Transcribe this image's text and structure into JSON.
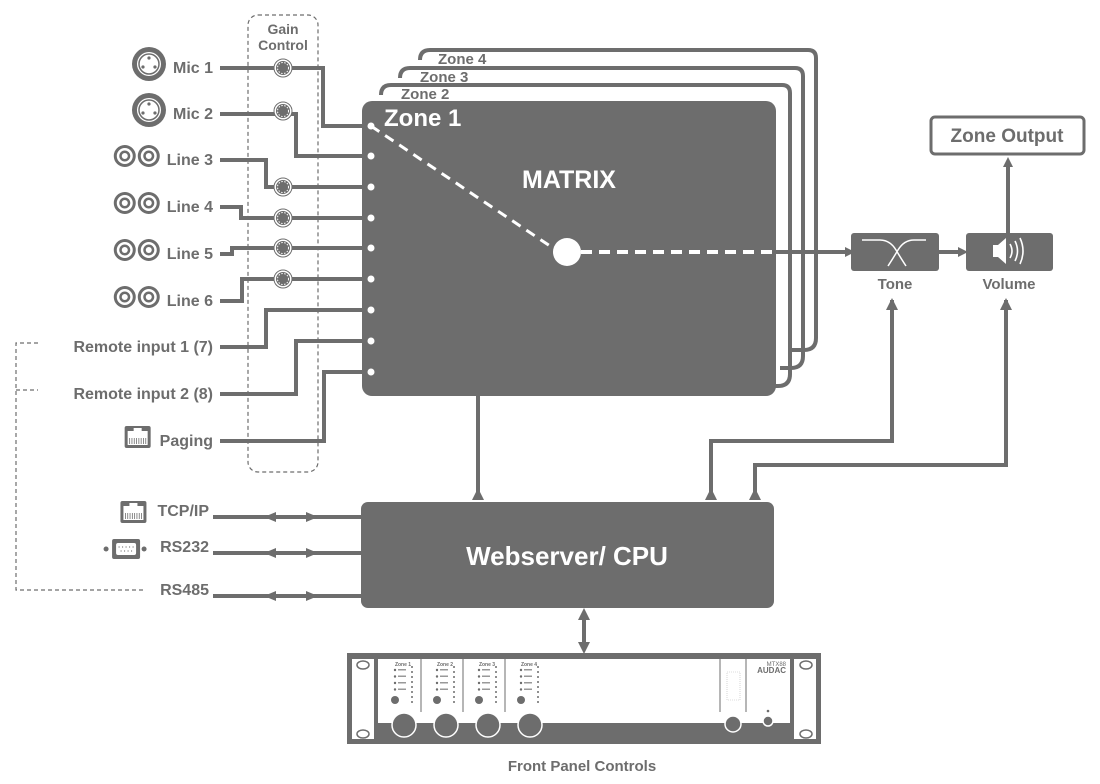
{
  "colors": {
    "primary": "#6d6d6d",
    "background": "#ffffff",
    "accent": "#ffffff"
  },
  "gain_control": {
    "label_line1": "Gain",
    "label_line2": "Control"
  },
  "inputs": [
    {
      "label": "Mic 1",
      "icon": "xlr-icon"
    },
    {
      "label": "Mic 2",
      "icon": "xlr-icon"
    },
    {
      "label": "Line 3",
      "icon": "rca-icon"
    },
    {
      "label": "Line 4",
      "icon": "rca-icon"
    },
    {
      "label": "Line 5",
      "icon": "rca-icon"
    },
    {
      "label": "Line 6",
      "icon": "rca-icon"
    },
    {
      "label": "Remote input 1 (7)",
      "icon": ""
    },
    {
      "label": "Remote input 2 (8)",
      "icon": ""
    },
    {
      "label": "Paging",
      "icon": "rj45-icon"
    }
  ],
  "zones": {
    "zone1": "Zone 1",
    "zone2": "Zone 2",
    "zone3": "Zone 3",
    "zone4": "Zone 4"
  },
  "matrix": {
    "label": "MATRIX"
  },
  "tone": {
    "label": "Tone"
  },
  "volume": {
    "label": "Volume"
  },
  "zone_output": {
    "label": "Zone Output"
  },
  "cpu": {
    "label": "Webserver/ CPU"
  },
  "control_ports": [
    {
      "label": "TCP/IP",
      "icon": "rj45-icon"
    },
    {
      "label": "RS232",
      "icon": "db9-icon"
    },
    {
      "label": "RS485",
      "icon": ""
    }
  ],
  "front_panel": {
    "caption": "Front Panel Controls",
    "model": "MTX88",
    "brand": "AUDAC",
    "zones": [
      "Zone 1",
      "Zone 2",
      "Zone 3",
      "Zone 4"
    ]
  }
}
